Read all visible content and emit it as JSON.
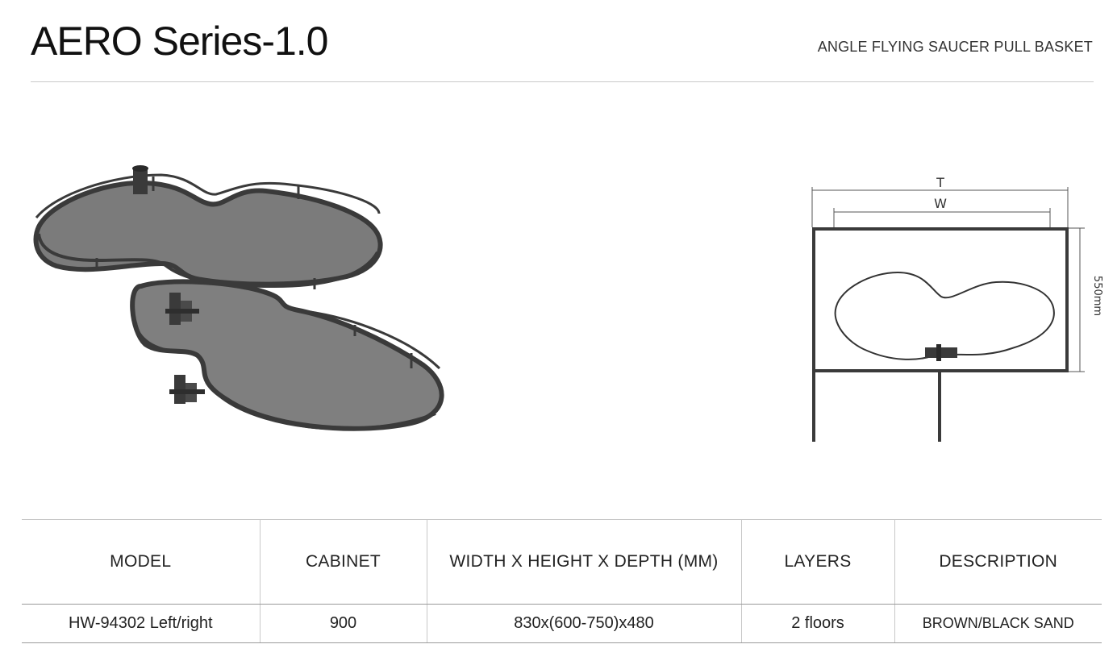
{
  "header": {
    "title": "AERO Series-1.0",
    "subtitle": "ANGLE FLYING SAUCER PULL BASKET"
  },
  "diagram": {
    "label_total": "T",
    "label_width": "W",
    "label_depth": "550mm"
  },
  "table": {
    "headers": [
      "MODEL",
      "CABINET",
      "WIDTH X HEIGHT X DEPTH (MM)",
      "LAYERS",
      "DESCRIPTION"
    ],
    "rows": [
      [
        "HW-94302 Left/right",
        "900",
        "830x(600-750)x480",
        "2 floors",
        "BROWN/BLACK SAND"
      ]
    ]
  },
  "colors": {
    "frame": "#3a3a3a",
    "tray": "#7d7d7d",
    "rule": "#c8c8c8"
  }
}
